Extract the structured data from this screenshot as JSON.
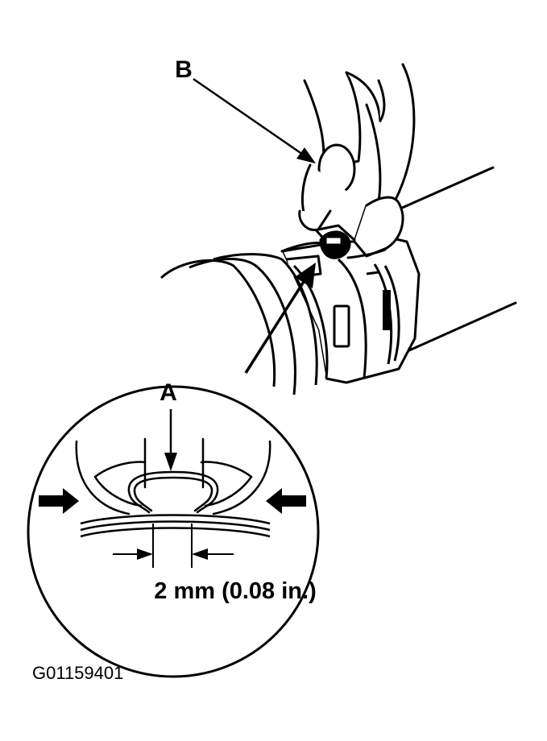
{
  "figure": {
    "label_a": "A",
    "label_b": "B",
    "dimension": "2 mm (0.08 in.)",
    "figure_code": "G01159401"
  }
}
